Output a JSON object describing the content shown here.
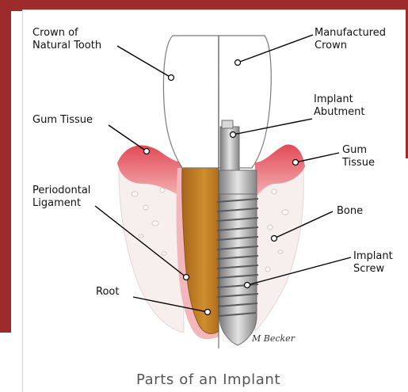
{
  "title": "Parts of an Implant",
  "signature": "M Becker",
  "labels": {
    "crown_natural": "Crown of\nNatural Tooth",
    "manufactured_crown": "Manufactured\nCrown",
    "gum_left": "Gum Tissue",
    "implant_abutment": "Implant\nAbutment",
    "gum_right": "Gum\nTissue",
    "periodontal": "Periodontal\nLigament",
    "bone": "Bone",
    "implant_screw": "Implant\nScrew",
    "root": "Root"
  },
  "colors": {
    "frame": "#9e2b2b",
    "gum": "#d8424f",
    "root": "#c27f22",
    "metal": "#a9a9a9",
    "enamel": "#ffffff"
  }
}
